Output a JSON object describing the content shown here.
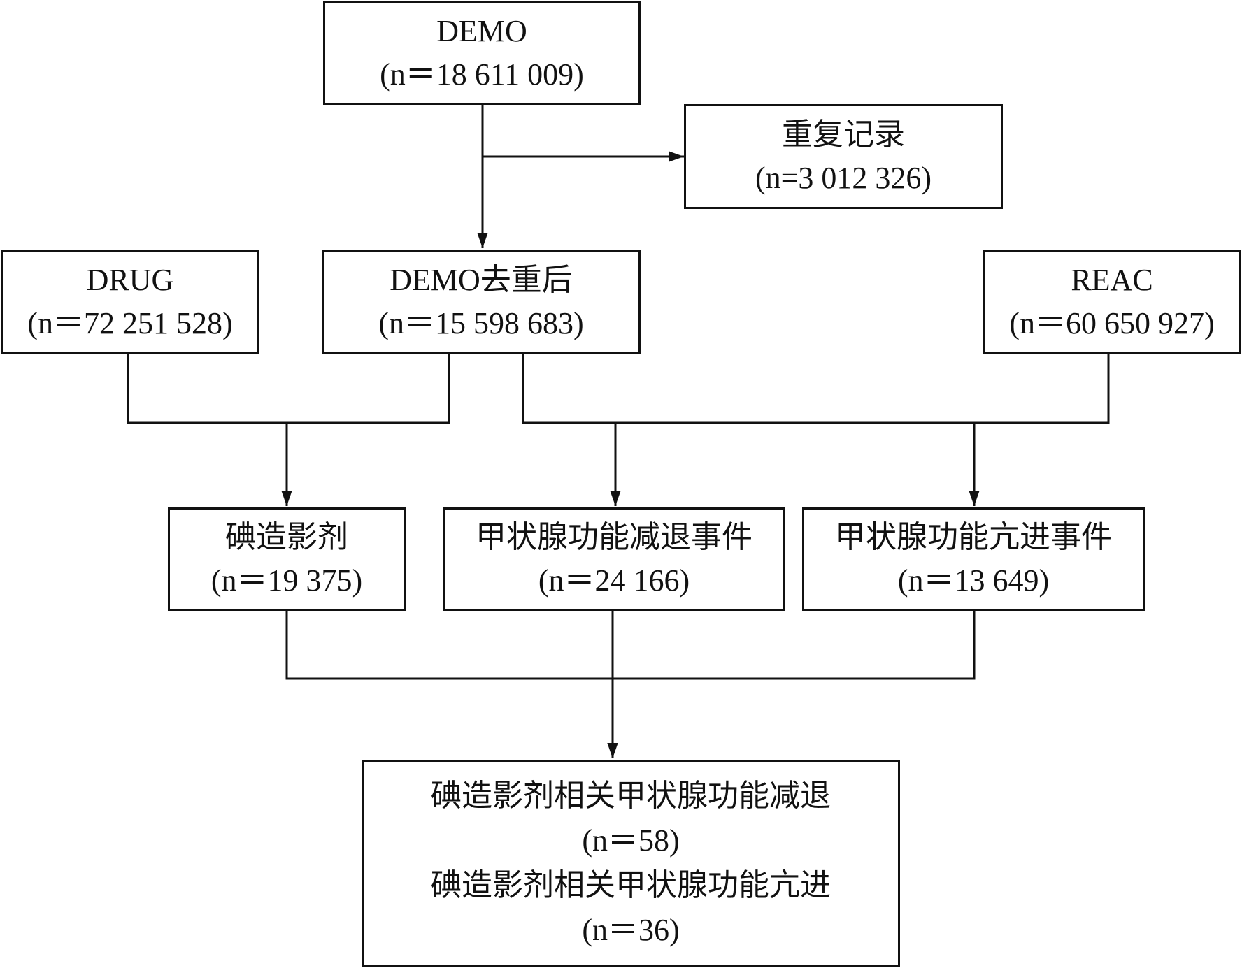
{
  "nodes": {
    "demo": {
      "label": "DEMO",
      "count": "(n＝18 611 009)"
    },
    "duplicates": {
      "label": "重复记录",
      "count": "(n=3 012 326)"
    },
    "drug": {
      "label": "DRUG",
      "count": "(n＝72 251 528)"
    },
    "demo_dedup": {
      "label": "DEMO去重后",
      "count": "(n＝15 598 683)"
    },
    "reac": {
      "label": "REAC",
      "count": "(n＝60 650 927)"
    },
    "contrast": {
      "label": "碘造影剂",
      "count": "(n＝19 375)"
    },
    "hypo_events": {
      "label": "甲状腺功能减退事件",
      "count": "(n＝24 166)"
    },
    "hyper_events": {
      "label": "甲状腺功能亢进事件",
      "count": "(n＝13 649)"
    },
    "result": {
      "line1": "碘造影剂相关甲状腺功能减退",
      "count1": "(n＝58)",
      "line2": "碘造影剂相关甲状腺功能亢进",
      "count2": "(n＝36)"
    }
  },
  "colors": {
    "stroke": "#111111",
    "background": "#ffffff"
  }
}
